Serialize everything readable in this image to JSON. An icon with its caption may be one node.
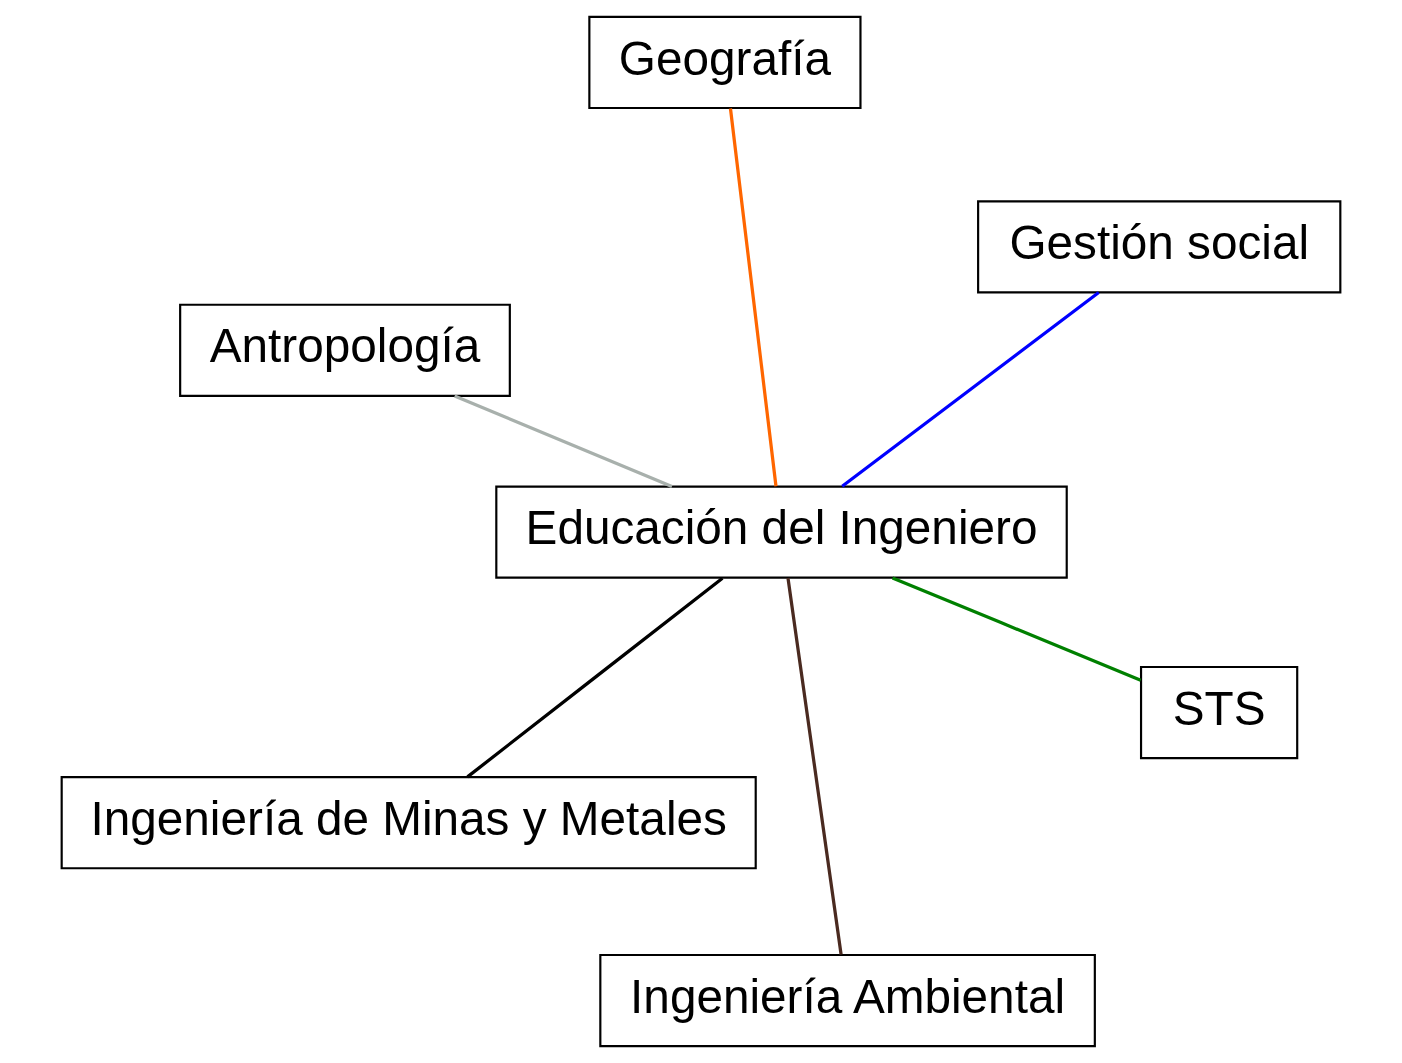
{
  "diagram": {
    "nodes": [
      {
        "text": [
          "Antropología"
        ]
      },
      {
        "text": [
          "STS"
        ]
      },
      {
        "text": [
          "Ingeniería Ambiental"
        ]
      },
      {
        "text": [
          "Educación del Ingeniero"
        ]
      },
      {
        "text": [
          "Gestión social"
        ]
      },
      {
        "text": [
          "Geografía"
        ]
      },
      {
        "text": [
          "Ingeniería de Minas y Metales"
        ]
      }
    ],
    "edges": [
      {
        "from": 3,
        "to": 0,
        "arrow": "none",
        "color": "#a8b0ac"
      },
      {
        "from": 3,
        "to": 1,
        "arrow": "none",
        "color": "#008000"
      },
      {
        "from": 3,
        "to": 2,
        "arrow": "none",
        "color": "#4a2a20"
      },
      {
        "from": 3,
        "to": 4,
        "arrow": "none",
        "color": "#0000ff"
      },
      {
        "from": 3,
        "to": 5,
        "arrow": "none",
        "color": "#ff6600"
      },
      {
        "from": 3,
        "to": 6,
        "arrow": "none",
        "color": "#000000"
      }
    ]
  }
}
